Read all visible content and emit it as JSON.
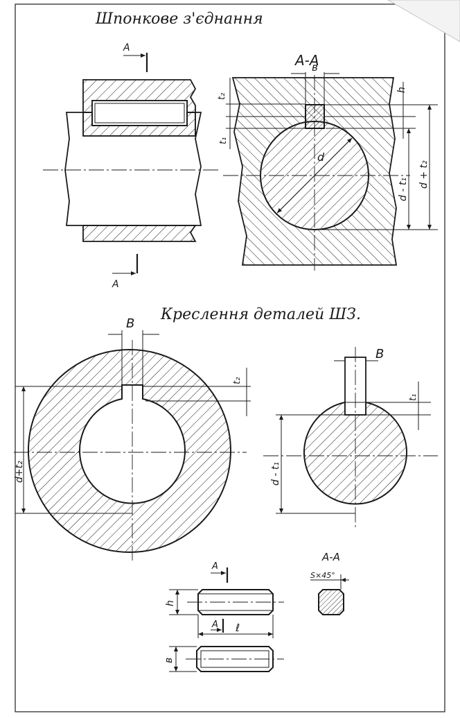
{
  "colors": {
    "paper": "#ffffff",
    "ink": "#1a1a1a",
    "dim": "#333333"
  },
  "title": "Шпонкове з'єднання",
  "subtitle": "Креслення деталей ШЗ.",
  "views": {
    "assembly": {
      "section_mark_top": "A",
      "section_mark_bottom": "A",
      "section_title": "A-A",
      "dim_b": "в",
      "dim_t2": "t₂",
      "dim_t1": "t₁",
      "dim_h": "h",
      "dim_d": "d",
      "dim_d_minus_t1": "d - t₁",
      "dim_d_plus_t2": "d + t₂"
    },
    "hub": {
      "dim_b": "B",
      "dim_t2": "t₂",
      "dim_d_plus_t2": "d+t₂"
    },
    "shaft": {
      "dim_b": "B",
      "dim_t1": "t₁",
      "dim_d_minus_t1": "d - t₁"
    },
    "key": {
      "section_mark_top": "A",
      "section_mark_bottom": "A",
      "dim_h": "h",
      "dim_l": "ℓ",
      "dim_b": "в",
      "section_title": "A-A",
      "chamfer": "S×45°"
    }
  }
}
